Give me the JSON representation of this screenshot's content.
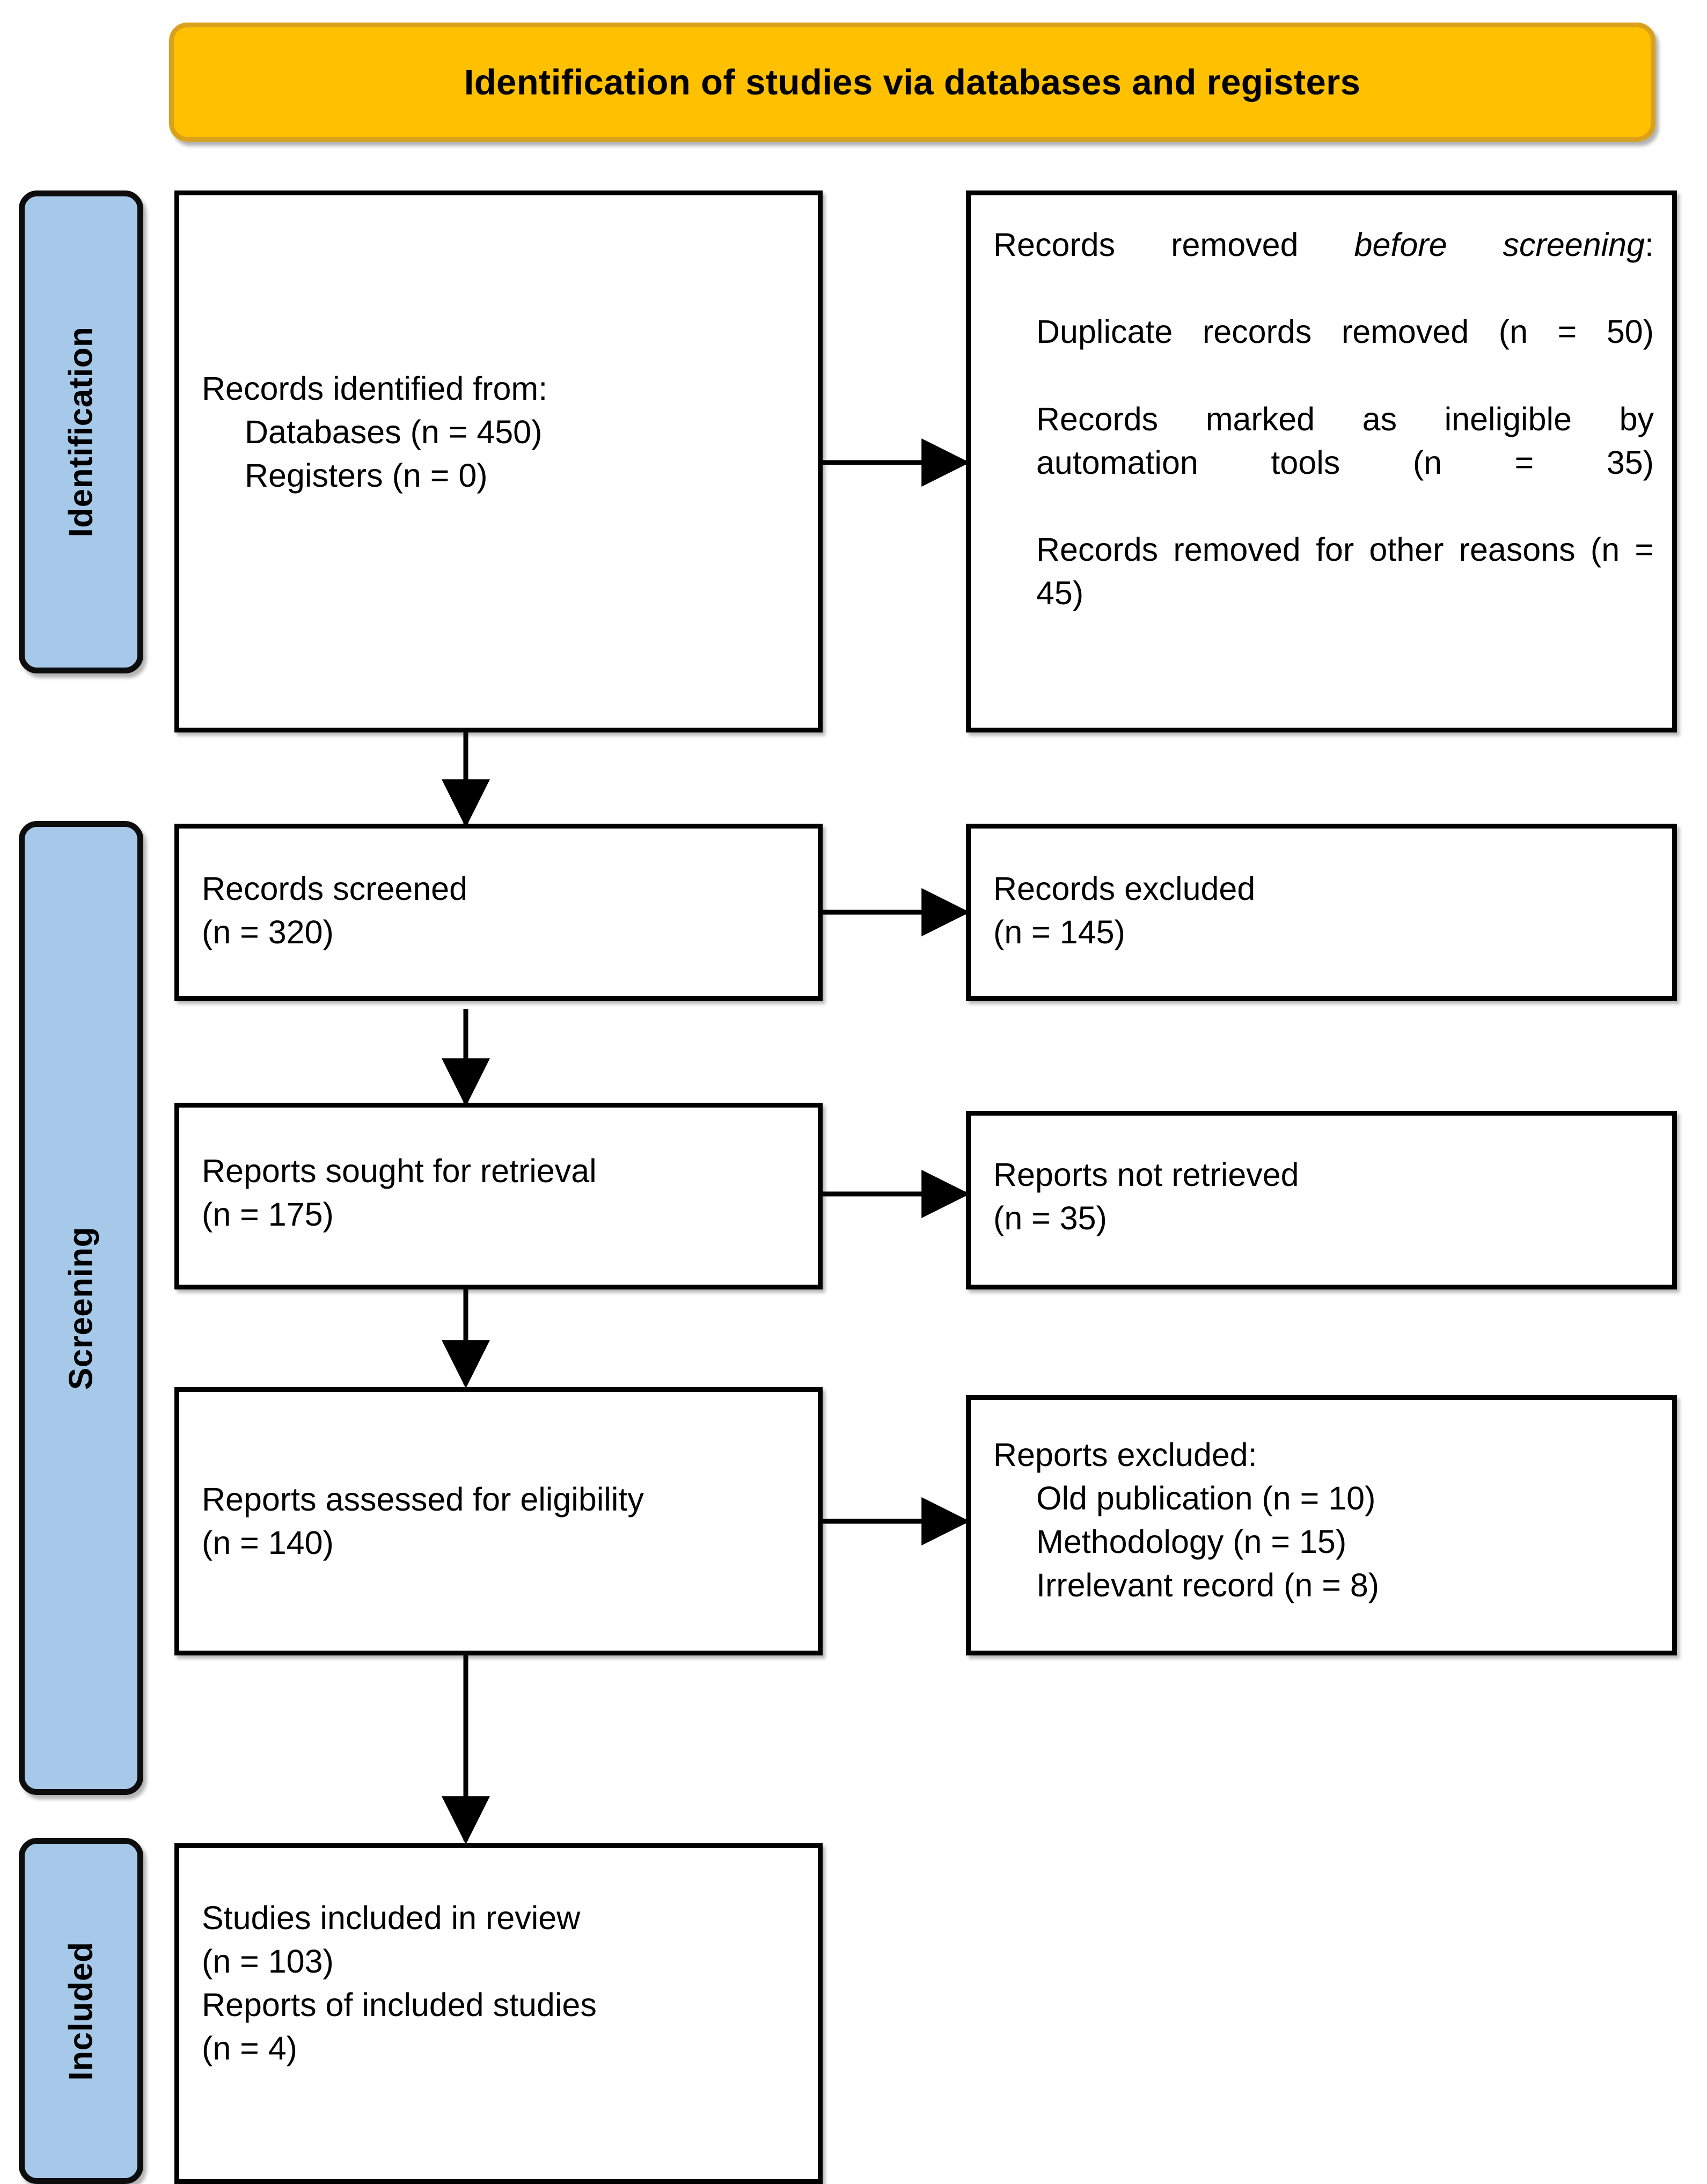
{
  "banner": {
    "title": "Identification of studies via databases and registers",
    "fill": "#FFC000",
    "border": "#D9A11C"
  },
  "phases": {
    "fill": "#A6C9EA",
    "border": "#0D0D0D",
    "items": [
      {
        "label": "Identification"
      },
      {
        "label": "Screening"
      },
      {
        "label": "Included"
      }
    ]
  },
  "boxes": {
    "identified": {
      "line1": "Records identified from:",
      "line2": "Databases (n = 450)",
      "line3": "Registers (n = 0)"
    },
    "removed_before_screening": {
      "head_a": "Records removed ",
      "head_b": "before screening",
      "head_c": ":",
      "item1": "Duplicate records removed (n = 50)",
      "item2": "Records marked as ineligible by automation tools (n = 35)",
      "item3": "Records removed for other reasons (n = 45)"
    },
    "records_screened": {
      "line1": "Records screened",
      "line2": "(n = 320)"
    },
    "records_excluded": {
      "line1": "Records excluded",
      "line2": "(n = 145)"
    },
    "reports_sought": {
      "line1": "Reports sought for retrieval",
      "line2": "(n = 175)"
    },
    "reports_not_retrieved": {
      "line1": "Reports not retrieved",
      "line2": "(n = 35)"
    },
    "reports_assessed": {
      "line1": "Reports assessed for eligibility",
      "line2": "(n = 140)"
    },
    "reports_excluded": {
      "line1": "Reports excluded:",
      "item1": "Old publication (n = 10)",
      "item2": "Methodology (n = 15)",
      "item3": "Irrelevant record (n = 8)"
    },
    "studies_included": {
      "line1": "Studies included in review",
      "line2": "(n = 103)",
      "line3": "Reports of included studies",
      "line4": "(n = 4)"
    }
  },
  "chart_data": {
    "type": "diagram",
    "title": "Identification of studies via databases and registers",
    "nodes": [
      {
        "id": "identified",
        "phase": "Identification",
        "column": "left",
        "label": "Records identified from: Databases (n = 450); Registers (n = 0)",
        "n_databases": 450,
        "n_registers": 0
      },
      {
        "id": "removed_before_screening",
        "phase": "Identification",
        "column": "right",
        "label": "Records removed before screening",
        "n_duplicates": 50,
        "n_ineligible_automation": 35,
        "n_other_reasons": 45
      },
      {
        "id": "records_screened",
        "phase": "Screening",
        "column": "left",
        "label": "Records screened",
        "n": 320
      },
      {
        "id": "records_excluded",
        "phase": "Screening",
        "column": "right",
        "label": "Records excluded",
        "n": 145
      },
      {
        "id": "reports_sought",
        "phase": "Screening",
        "column": "left",
        "label": "Reports sought for retrieval",
        "n": 175
      },
      {
        "id": "reports_not_retrieved",
        "phase": "Screening",
        "column": "right",
        "label": "Reports not retrieved",
        "n": 35
      },
      {
        "id": "reports_assessed",
        "phase": "Screening",
        "column": "left",
        "label": "Reports assessed for eligibility",
        "n": 140
      },
      {
        "id": "reports_excluded",
        "phase": "Screening",
        "column": "right",
        "label": "Reports excluded",
        "n_old_publication": 10,
        "n_methodology": 15,
        "n_irrelevant_record": 8
      },
      {
        "id": "studies_included",
        "phase": "Included",
        "column": "left",
        "label": "Studies included in review",
        "n_studies": 103,
        "n_reports": 4
      }
    ],
    "edges": [
      {
        "from": "identified",
        "to": "removed_before_screening",
        "direction": "right"
      },
      {
        "from": "identified",
        "to": "records_screened",
        "direction": "down"
      },
      {
        "from": "records_screened",
        "to": "records_excluded",
        "direction": "right"
      },
      {
        "from": "records_screened",
        "to": "reports_sought",
        "direction": "down"
      },
      {
        "from": "reports_sought",
        "to": "reports_not_retrieved",
        "direction": "right"
      },
      {
        "from": "reports_sought",
        "to": "reports_assessed",
        "direction": "down"
      },
      {
        "from": "reports_assessed",
        "to": "reports_excluded",
        "direction": "right"
      },
      {
        "from": "reports_assessed",
        "to": "studies_included",
        "direction": "down"
      }
    ]
  }
}
